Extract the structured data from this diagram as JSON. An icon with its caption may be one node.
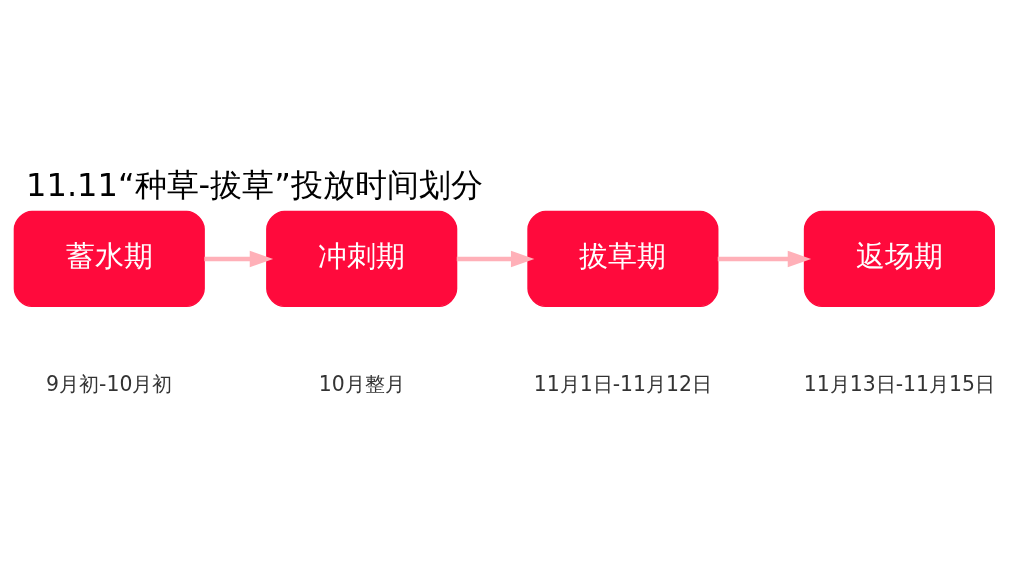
{
  "diagram": {
    "title": "11.11“种草-拔草”投放时间划分",
    "nodes": [
      {
        "text": [
          "蓄水期"
        ],
        "beside": [
          "9月初-10月初"
        ]
      },
      {
        "text": [
          "冲刺期"
        ],
        "beside": [
          "10月整月"
        ]
      },
      {
        "text": [
          "拔草期"
        ],
        "beside": [
          "11月1日-11月12日"
        ]
      },
      {
        "text": [
          "返场期"
        ],
        "beside": [
          "11月13日-11月15日"
        ]
      }
    ],
    "edges": [
      {
        "from": 0,
        "to": 1,
        "arrow": "to"
      },
      {
        "from": 1,
        "to": 2,
        "arrow": "to"
      },
      {
        "from": 2,
        "to": 3,
        "arrow": "to"
      }
    ]
  }
}
